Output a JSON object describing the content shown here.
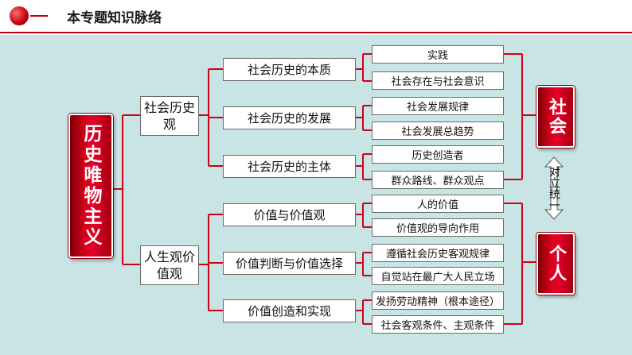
{
  "header": {
    "title": "本专题知识脉络"
  },
  "root": "历史唯物主义",
  "level1": [
    "社会历史观",
    "人生观价值观"
  ],
  "level2": [
    "社会历史的本质",
    "社会历史的发展",
    "社会历史的主体",
    "价值与价值观",
    "价值判断与价值选择",
    "价值创造和实现"
  ],
  "level3": [
    "实践",
    "社会存在与社会意识",
    "社会发展规律",
    "社会发展总趋势",
    "历史创造者",
    "群众路线、群众观点",
    "人的价值",
    "价值观的导向作用",
    "遵循社会历史客观规律",
    "自觉站在最广大人民立场",
    "发扬劳动精神（根本途径）",
    "社会客观条件、主观条件"
  ],
  "side": {
    "society": "社会",
    "individual": "个人",
    "relation": "对立统一"
  },
  "colors": {
    "accent": "#c00010",
    "background": "#c9e4e5"
  }
}
